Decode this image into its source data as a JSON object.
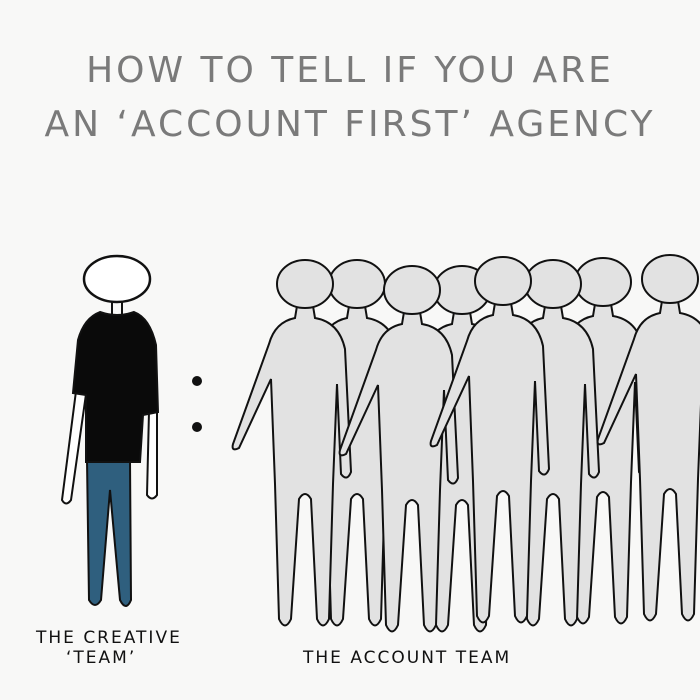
{
  "title": {
    "line1": "HOW TO TELL IF YOU ARE",
    "line2": "AN ‘ACCOUNT FIRST’ AGENCY"
  },
  "captions": {
    "creative_line1": "THE CREATIVE",
    "creative_line2": "‘TEAM’",
    "account": "THE ACCOUNT TEAM"
  },
  "colors": {
    "background": "#f8f8f7",
    "title_text": "#7a7a7a",
    "shirt": "#0a0a0a",
    "jeans": "#2f5f7e",
    "account_figures": "#e2e2e2",
    "outline": "#111111"
  },
  "ratio_symbol": ":",
  "account_team_count": 8
}
